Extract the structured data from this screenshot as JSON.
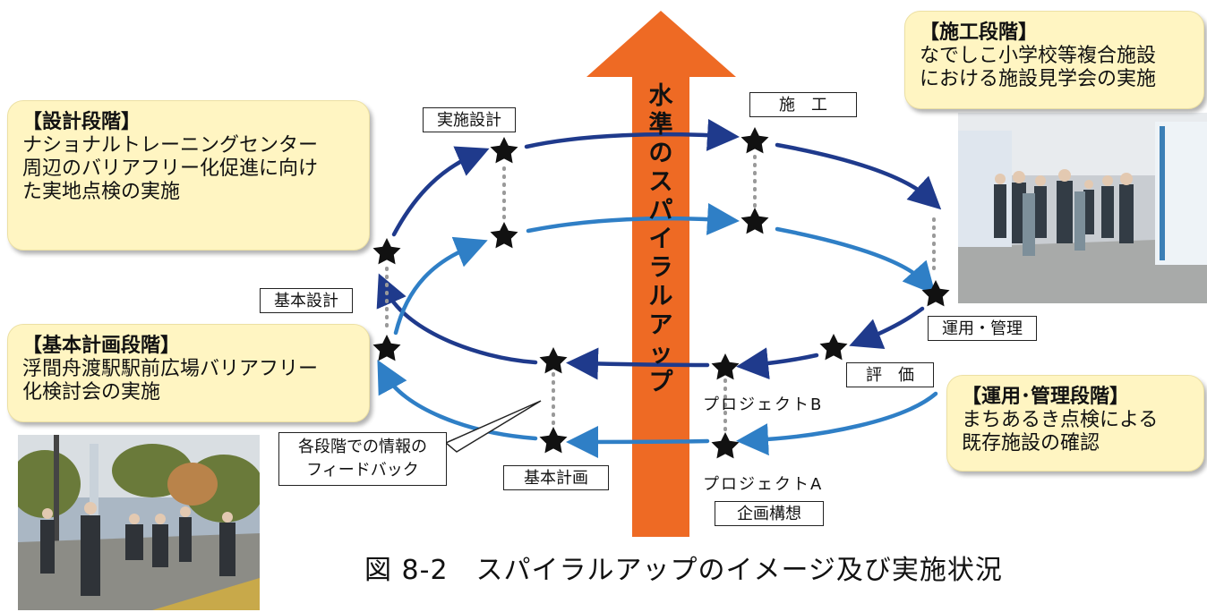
{
  "vertical_label": [
    "水",
    "準",
    "の",
    "ス",
    "パ",
    "イ",
    "ラ",
    "ル",
    "ア",
    "ッ",
    "プ"
  ],
  "stage_labels": {
    "jisshi_sekkei": "実施設計",
    "sekou": "施　工",
    "kihon_sekkei": "基本設計",
    "unyou_kanri": "運用・管理",
    "hyouka": "評　価",
    "kihon_keikaku": "基本計画",
    "kikaku_kousou": "企画構想",
    "project_b": "プロジェクトB",
    "project_a": "プロジェクトA"
  },
  "callouts": {
    "sekkei": {
      "head": "【設計段階】",
      "lines": [
        "ナショナルトレーニングセンター",
        "周辺のバリアフリー化促進に向け",
        "た実地点検の実施"
      ]
    },
    "kihon_keikaku": {
      "head": "【基本計画段階】",
      "lines": [
        "浮間舟渡駅駅前広場バリアフリー",
        "化検討会の実施"
      ]
    },
    "sekou": {
      "head": "【施工段階】",
      "lines": [
        "なでしこ小学校等複合施設",
        "における施設見学会の実施"
      ]
    },
    "unyou": {
      "head": "【運用･管理段階】",
      "lines": [
        "まちあるき点検による",
        "既存施設の確認"
      ]
    }
  },
  "feedback_note": [
    "各段階での情報の",
    "フィードバック"
  ],
  "caption": "図 8-2　スパイラルアップのイメージ及び実施状況",
  "colors": {
    "outer_loop": "#1f3a8c",
    "inner_loop": "#2f7fc6",
    "central_arrow": "#ee6a24",
    "callout_fill": "#fff5c2",
    "star": "#111111"
  },
  "icons": [
    "star-icon",
    "up-arrow-icon"
  ]
}
